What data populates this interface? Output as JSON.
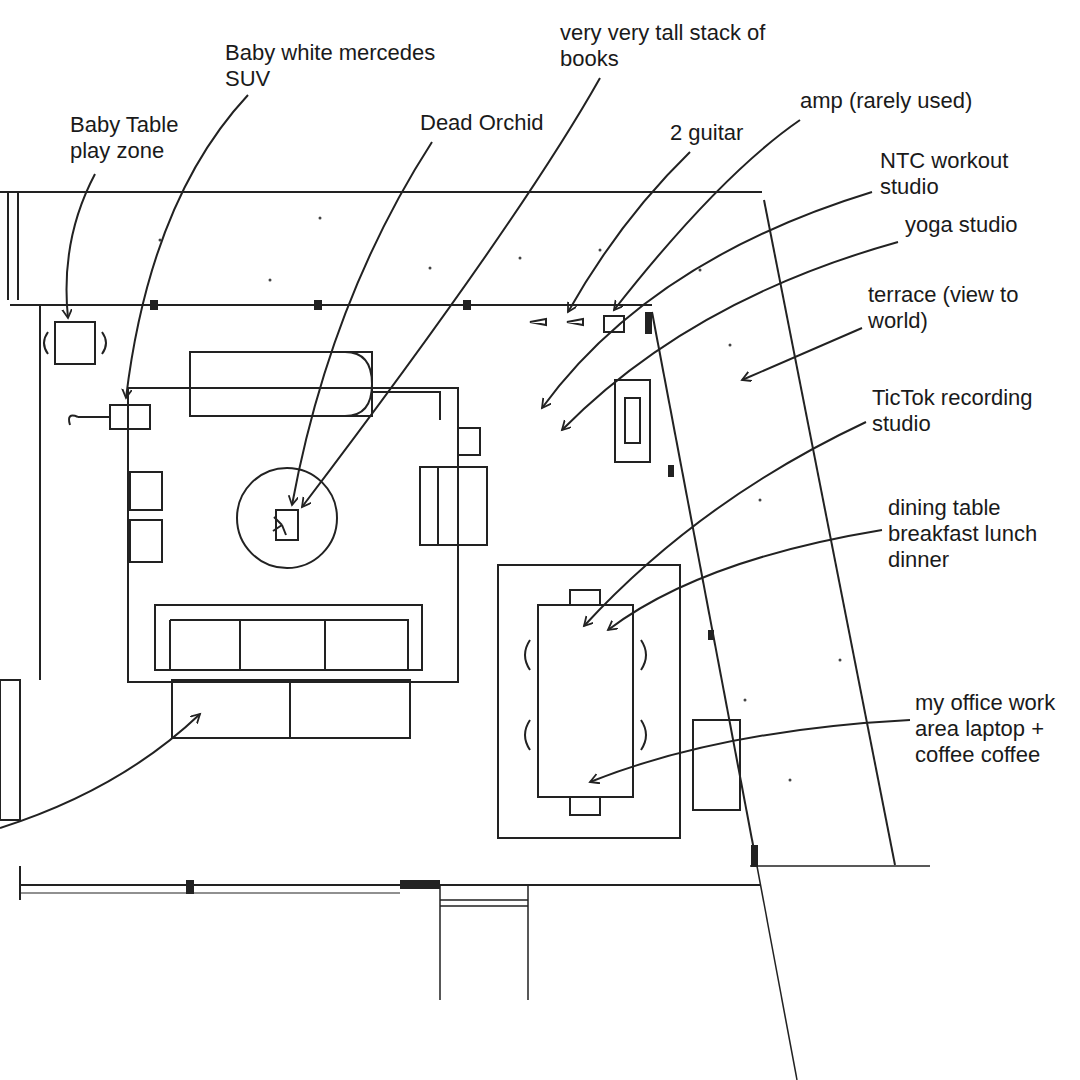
{
  "diagram": {
    "labels": [
      "Baby Table play zone",
      "Baby white mercedes SUV",
      "Dead Orchid",
      "very very tall stack of books",
      "2 guitar",
      "amp (rarely used)",
      "NTC workout studio",
      "yoga studio",
      "terrace (view to world)",
      "TicTok recording studio",
      "dining table breakfast lunch dinner",
      "my office work area laptop + coffee coffee"
    ]
  }
}
